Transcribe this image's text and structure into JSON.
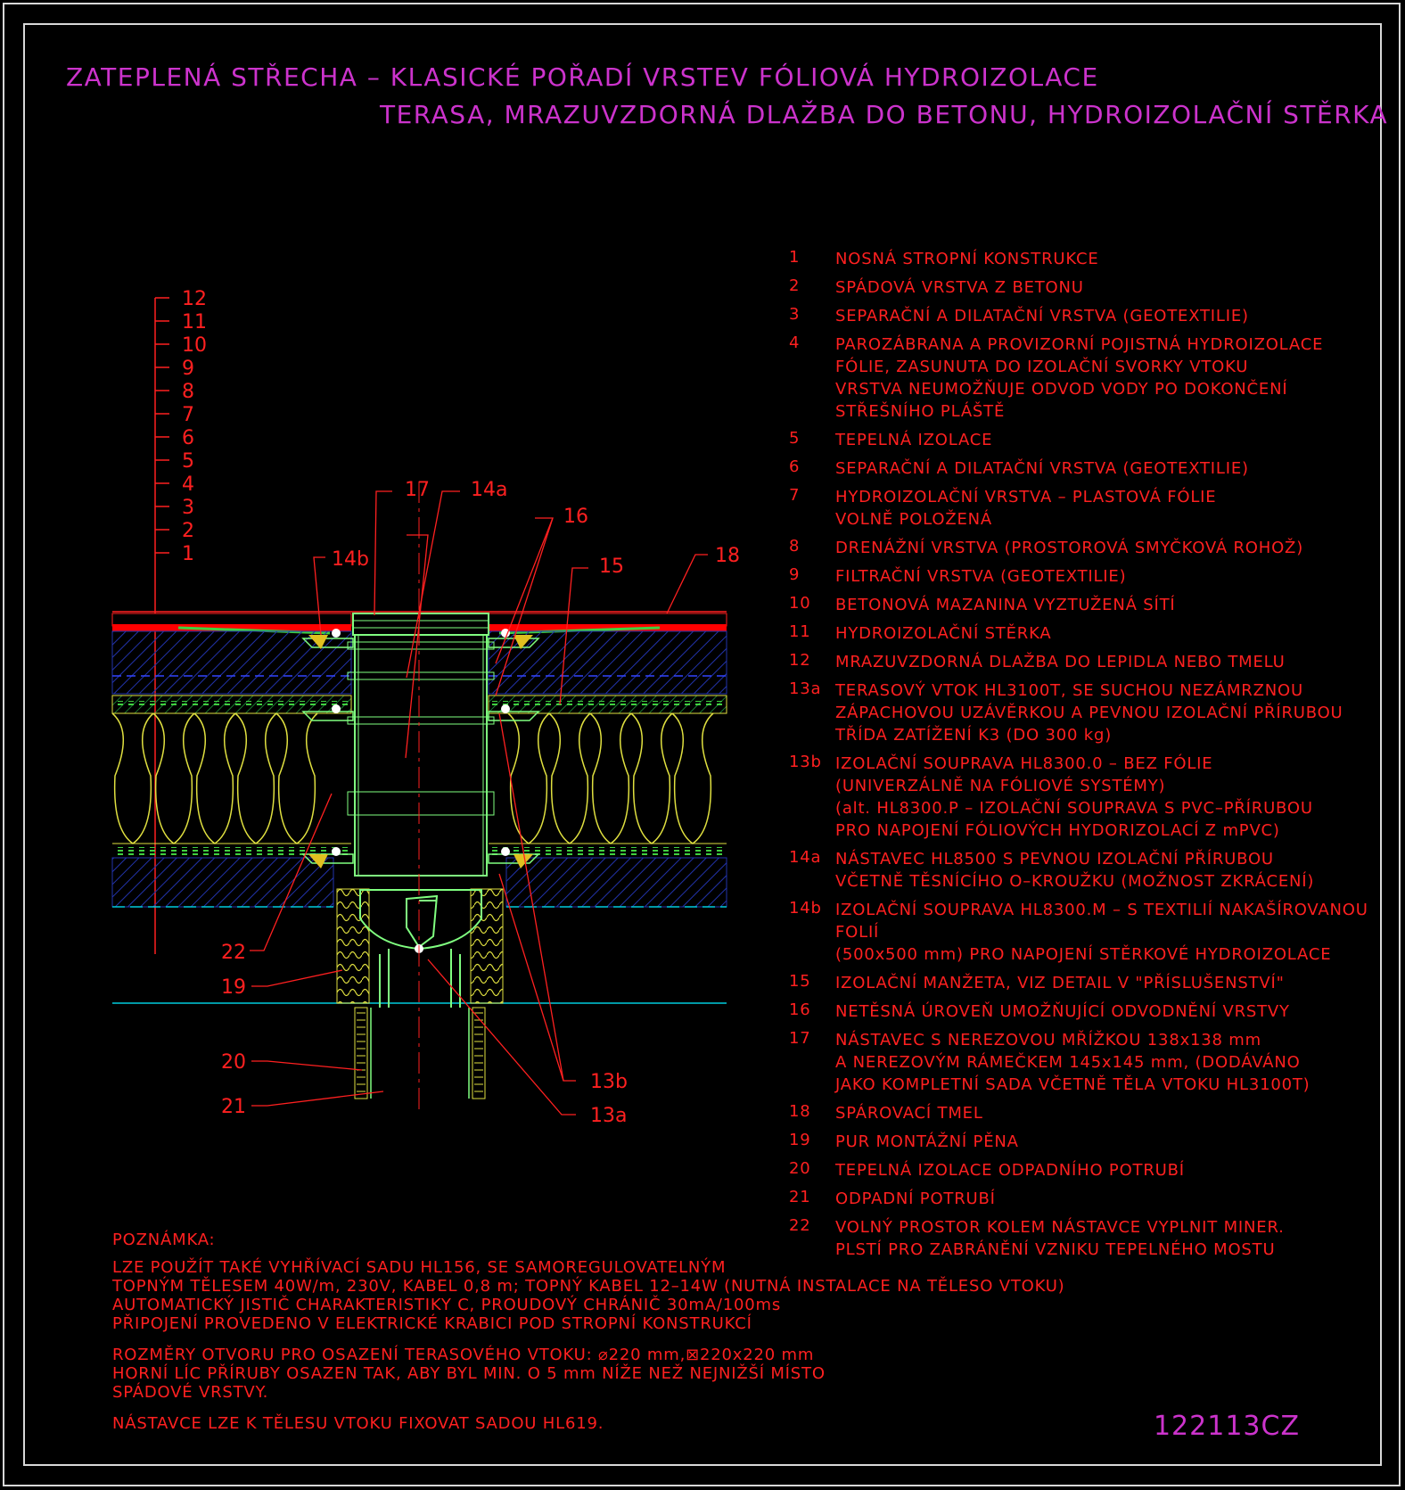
{
  "title": {
    "line1": "ZATEPLENÁ STŘECHA – KLASICKÉ POŘADÍ VRSTEV FÓLIOVÁ HYDROIZOLACE",
    "line2": "TERASA, MRAZUVZDORNÁ DLAŽBA DO BETONU, HYDROIZOLAČNÍ STĚRKA"
  },
  "legend": [
    {
      "num": "1",
      "lines": [
        "NOSNÁ STROPNÍ KONSTRUKCE"
      ]
    },
    {
      "num": "2",
      "lines": [
        "SPÁDOVÁ VRSTVA Z BETONU"
      ]
    },
    {
      "num": "3",
      "lines": [
        "SEPARAČNÍ A DILATAČNÍ VRSTVA (GEOTEXTILIE)"
      ]
    },
    {
      "num": "4",
      "lines": [
        "PAROZÁBRANA A PROVIZORNÍ POJISTNÁ HYDROIZOLACE",
        "FÓLIE, ZASUNUTA DO IZOLAČNÍ SVORKY VTOKU",
        "VRSTVA NEUMOŽŇUJE ODVOD VODY PO DOKONČENÍ",
        "STŘEŠNÍHO PLÁŠTĚ"
      ]
    },
    {
      "num": "5",
      "lines": [
        "TEPELNÁ IZOLACE"
      ]
    },
    {
      "num": "6",
      "lines": [
        "SEPARAČNÍ A DILATAČNÍ VRSTVA (GEOTEXTILIE)"
      ]
    },
    {
      "num": "7",
      "lines": [
        "HYDROIZOLAČNÍ VRSTVA – PLASTOVÁ FÓLIE",
        "VOLNĚ POLOŽENÁ"
      ]
    },
    {
      "num": "8",
      "lines": [
        "DRENÁŽNÍ VRSTVA (PROSTOROVÁ SMYČKOVÁ ROHOŽ)"
      ]
    },
    {
      "num": "9",
      "lines": [
        "FILTRAČNÍ VRSTVA (GEOTEXTILIE)"
      ]
    },
    {
      "num": "10",
      "lines": [
        "BETONOVÁ MAZANINA VYZTUŽENÁ SÍTÍ"
      ]
    },
    {
      "num": "11",
      "lines": [
        "HYDROIZOLAČNÍ STĚRKA"
      ]
    },
    {
      "num": "12",
      "lines": [
        "MRAZUVZDORNÁ DLAŽBA DO LEPIDLA NEBO TMELU"
      ]
    },
    {
      "num": "13a",
      "lines": [
        "TERASOVÝ VTOK HL3100T, SE SUCHOU NEZÁMRZNOU",
        "ZÁPACHOVOU UZÁVĚRKOU A PEVNOU IZOLAČNÍ PŘÍRUBOU",
        "TŘÍDA ZATÍŽENÍ K3 (DO 300 kg)"
      ]
    },
    {
      "num": "13b",
      "lines": [
        "IZOLAČNÍ SOUPRAVA HL8300.0 – BEZ FÓLIE",
        "(UNIVERZÁLNĚ NA FÓLIOVÉ SYSTÉMY)",
        "(alt. HL8300.P – IZOLAČNÍ SOUPRAVA S PVC–PŘÍRUBOU",
        "PRO NAPOJENÍ FÓLIOVÝCH HYDORIZOLACÍ Z mPVC)"
      ]
    },
    {
      "num": "14a",
      "lines": [
        "NÁSTAVEC HL8500 S PEVNOU IZOLAČNÍ PŘÍRUBOU",
        "VČETNĚ TĚSNÍCÍHO O–KROUŽKU (MOŽNOST ZKRÁCENÍ)"
      ]
    },
    {
      "num": "14b",
      "lines": [
        "IZOLAČNÍ SOUPRAVA HL8300.M – S TEXTILIÍ NAKAŠÍROVANOU FOLIÍ",
        "(500x500 mm) PRO NAPOJENÍ STĚRKOVÉ HYDROIZOLACE"
      ]
    },
    {
      "num": "15",
      "lines": [
        "IZOLAČNÍ MANŽETA, VIZ DETAIL V \"PŘÍSLUŠENSTVÍ\""
      ]
    },
    {
      "num": "16",
      "lines": [
        "NETĚSNÁ ÚROVEŇ UMOŽŇUJÍCÍ ODVODNĚNÍ VRSTVY"
      ]
    },
    {
      "num": "17",
      "lines": [
        "NÁSTAVEC S NEREZOVOU MŘÍŽKOU 138x138 mm",
        "A NEREZOVÝM RÁMEČKEM 145x145 mm, (DODÁVÁNO",
        "JAKO KOMPLETNÍ SADA VČETNĚ TĚLA VTOKU HL3100T)"
      ]
    },
    {
      "num": "18",
      "lines": [
        "SPÁROVACÍ TMEL"
      ]
    },
    {
      "num": "19",
      "lines": [
        "PUR MONTÁŽNÍ PĚNA"
      ]
    },
    {
      "num": "20",
      "lines": [
        "TEPELNÁ IZOLACE ODPADNÍHO POTRUBÍ"
      ]
    },
    {
      "num": "21",
      "lines": [
        "ODPADNÍ POTRUBÍ"
      ]
    },
    {
      "num": "22",
      "lines": [
        "VOLNÝ PROSTOR KOLEM NÁSTAVCE VYPLNIT MINER.",
        "PLSTÍ PRO ZABRÁNĚNÍ VZNIKU TEPELNÉHO MOSTU"
      ]
    }
  ],
  "note": {
    "heading": "POZNÁMKA:",
    "paragraphs": [
      [
        "LZE POUŽÍT TAKÉ VYHŘÍVACÍ SADU HL156, SE SAMOREGULOVATELNÝM",
        "TOPNÝM TĚLESEM 40W/m, 230V, KABEL 0,8 m; TOPNÝ KABEL 12–14W (NUTNÁ INSTALACE NA TĚLESO VTOKU)",
        "AUTOMATICKÝ JISTIČ CHARAKTERISTIKY C, PROUDOVÝ CHRÁNIČ 30mA/100ms",
        "PŘIPOJENÍ PROVEDENO V ELEKTRICKÉ KRABICI POD STROPNÍ KONSTRUKCÍ"
      ],
      [
        "ROZMĚRY OTVORU PRO OSAZENÍ TERASOVÉHO VTOKU: ⌀220 mm,⊠220x220 mm",
        "HORNÍ LÍC PŘÍRUBY OSAZEN TAK, ABY BYL MIN. O 5 mm NÍŽE NEŽ NEJNIŽŠÍ MÍSTO",
        "SPÁDOVÉ VRSTVY."
      ],
      [
        "NÁSTAVCE LZE K TĚLESU VTOKU FIXOVAT SADOU HL619."
      ]
    ]
  },
  "drawing_code": "122113CZ",
  "layer_scale": [
    "12",
    "11",
    "10",
    "9",
    "8",
    "7",
    "6",
    "5",
    "4",
    "3",
    "2",
    "1"
  ],
  "callouts": [
    "17",
    "14a",
    "16",
    "18",
    "15",
    "14b",
    "22",
    "19",
    "20",
    "21",
    "13b",
    "13a"
  ],
  "colors": {
    "background": "#000000",
    "title": "#cc33cc",
    "text": "#ff2020",
    "screed_blue": "#2233aa",
    "insulation": "#e0e040",
    "drain_body": "#80ff80",
    "waterproof_red": "#ff0000",
    "frame": "#d8d8d8"
  }
}
